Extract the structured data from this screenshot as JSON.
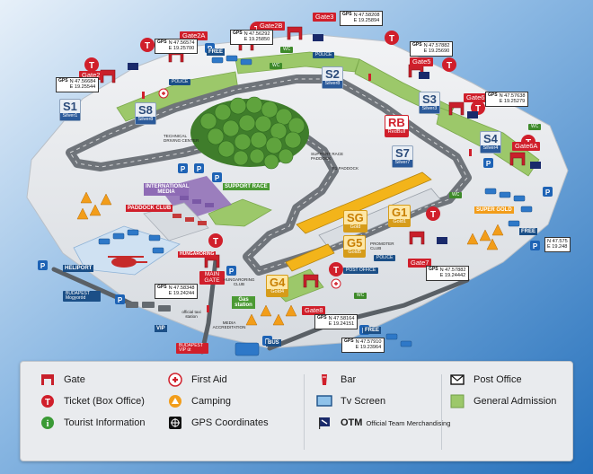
{
  "gates": [
    {
      "id": "Gate2",
      "label": "Gate2"
    },
    {
      "id": "Gate2A",
      "label": "Gate2A"
    },
    {
      "id": "Gate2B",
      "label": "Gate2B"
    },
    {
      "id": "Gate3",
      "label": "Gate3"
    },
    {
      "id": "Gate5",
      "label": "Gate5"
    },
    {
      "id": "Gate6",
      "label": "Gate6"
    },
    {
      "id": "Gate6A",
      "label": "Gate6A"
    },
    {
      "id": "Gate7",
      "label": "Gate7"
    },
    {
      "id": "Gate8",
      "label": "Gate8"
    },
    {
      "id": "MainGate",
      "label": "MAIN GATE"
    }
  ],
  "gps": [
    {
      "n": "N 47.56684",
      "e": "E 19.25544"
    },
    {
      "n": "N 47.56574",
      "e": "E 19.25700"
    },
    {
      "n": "N 47.56292",
      "e": "E 19.25850"
    },
    {
      "n": "N 47.58208",
      "e": "E 19.25894"
    },
    {
      "n": "N 47.57882",
      "e": "E 19.25690"
    },
    {
      "n": "N 47.57638",
      "e": "E 19.25279"
    },
    {
      "n": "N 47.575",
      "e": "E 19.248"
    },
    {
      "n": "N 47.57882",
      "e": "E 19.24442"
    },
    {
      "n": "N 47.58164",
      "e": "E 19.24151"
    },
    {
      "n": "N 47.57910",
      "e": "E 19.23964"
    },
    {
      "n": "N 47.58348",
      "e": "E 19.24244"
    }
  ],
  "stands": [
    {
      "code": "S1",
      "name": "Silver1"
    },
    {
      "code": "S8",
      "name": "Silver8"
    },
    {
      "code": "S2",
      "name": "Silver8"
    },
    {
      "code": "S3",
      "name": "Silver3"
    },
    {
      "code": "S4",
      "name": "Silver4"
    },
    {
      "code": "S7",
      "name": "Silver7"
    },
    {
      "code": "RB",
      "name": "RedBull"
    },
    {
      "code": "SG",
      "name": "Gold"
    },
    {
      "code": "G1",
      "name": "Gold1"
    },
    {
      "code": "G5",
      "name": "Gold5"
    },
    {
      "code": "G4",
      "name": "Gold4"
    }
  ],
  "areas": {
    "international_media": "INTERNATIONAL MEDIA",
    "support_race": "SUPPORT RACE",
    "paddock_club": "PADDOCK CLUB",
    "super_gold": "SUPER GOLD",
    "heliport": "HELIPORT",
    "vip": "VIP",
    "bus": "BUS",
    "free": "FREE",
    "hungaroring": "HUNGARORING",
    "police": "POLICE",
    "wc": "WC",
    "post_office": "POST OFFICE",
    "technical_driving_center": "TECHNICAL DRIVING CENTER",
    "support_race_paddock": "SUPPORT RACE PADDOCK",
    "f1_paddock": "F1 PADDOCK",
    "promoter_club": "PROMOTER CLUB",
    "hungaroring_club": "HUNGARORING CLUB",
    "media_accreditation": "MEDIA ACCREDITATION",
    "gas_station": "Gas station",
    "official_taxi_station": "official taxi station",
    "budapest_mogyorod": "BUDAPEST Mogyoród",
    "budapest_vip_ut": "BUDAPEST VIP út"
  },
  "legend": {
    "gate": "Gate",
    "ticket": "Ticket (Box Office)",
    "tourist_info": "Tourist Information",
    "first_aid": "First Aid",
    "camping": "Camping",
    "gps": "GPS Coordinates",
    "bar": "Bar",
    "tv": "Tv Screen",
    "otm": "OTM",
    "otm_sub": "Official Team Merchandising",
    "post_office": "Post Office",
    "general_admission": "General Admission"
  },
  "colors": {
    "background": "#2f7fc7",
    "ground": "#e4e7ea",
    "grass": "#9cc86a",
    "track": "#6f747a",
    "gate_red": "#d01f2b",
    "gold": "#f3b41a",
    "silver": "#cfd6df",
    "media_purple": "#8e6bb5",
    "legend_bg": "#e9ebee"
  }
}
